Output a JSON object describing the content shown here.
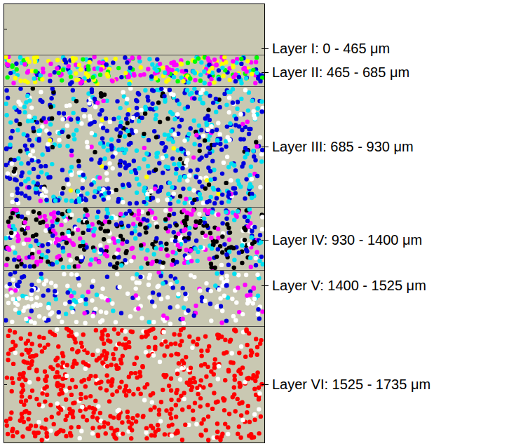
{
  "diagram": {
    "nodes": [
      {
        "text": [
          "Layer I: 0 - 465 μm"
        ]
      },
      {
        "text": [
          "Layer II: 465 - 685 μm"
        ]
      },
      {
        "text": [
          "Layer III: 685 - 930 μm"
        ]
      },
      {
        "text": [
          "Layer IV: 930 - 1400 μm"
        ]
      },
      {
        "text": [
          "Layer V: 1400 - 1525 μm"
        ]
      },
      {
        "text": [
          "Layer VI: 1525 - 1735 μm"
        ]
      }
    ]
  }
}
